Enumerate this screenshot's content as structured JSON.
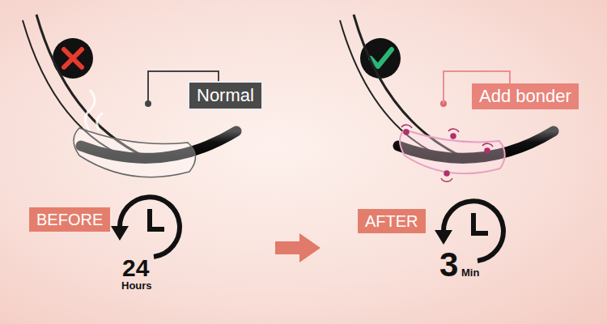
{
  "diagram": {
    "nodes": [
      {
        "text": [
          "Normal"
        ]
      },
      {
        "text": [
          "Add bonder"
        ]
      },
      {
        "text": [
          "BEFORE"
        ]
      },
      {
        "text": [
          "AFTER"
        ]
      }
    ],
    "labels": [
      "24",
      "Hours",
      "3",
      "Min"
    ]
  }
}
